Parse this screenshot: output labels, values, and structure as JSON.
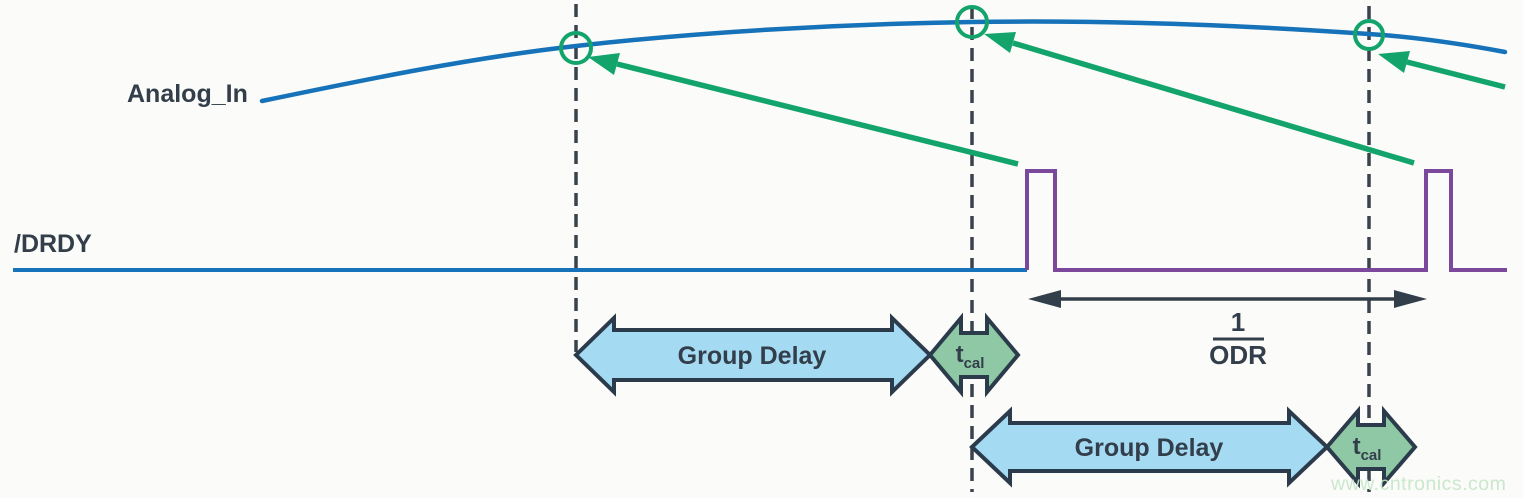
{
  "labels": {
    "analog_in": "Analog_In",
    "drdy": "/DRDY"
  },
  "annotations": {
    "group_delay": "Group Delay",
    "tcal": {
      "main": "t",
      "sub": "cal"
    },
    "odr": {
      "numerator": "1",
      "denominator": "ODR"
    }
  },
  "watermark": {
    "text": "www.cntronics.com"
  },
  "colors": {
    "analog_line": "#1672B9",
    "drdy_line": "#7C489B",
    "marker_green": "#13A46C",
    "dashed_gray": "#39424D",
    "arrow_fill_blue": "#A5DAF3",
    "tcal_fill_green": "#8EC8A4",
    "outline_navy": "#2C3B4C",
    "text_dark": "#333E4B",
    "watermark_green": "#C5E7C8"
  }
}
